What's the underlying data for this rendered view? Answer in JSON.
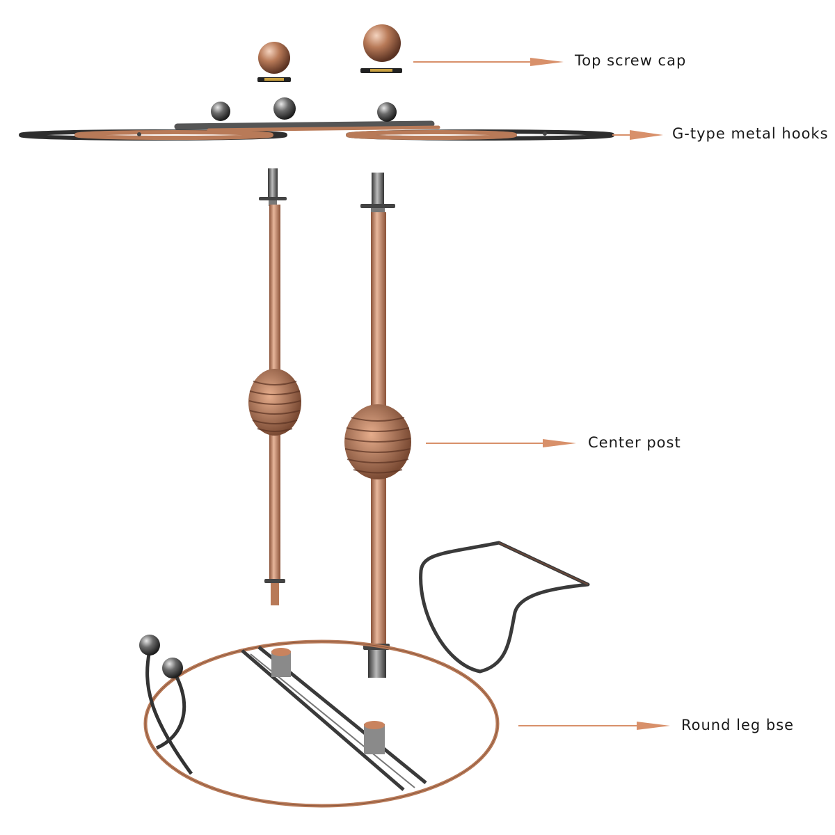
{
  "labels": {
    "top_screw_cap": "Top screw cap",
    "g_type_metal_hooks": "G-type metal hooks",
    "center_post": "Center post",
    "round_leg_base": "Round leg bse"
  },
  "colors": {
    "copper": "#b87a58",
    "copper_dark": "#7a4a33",
    "gunmetal": "#3a3a3a",
    "arrow": "#d8906a"
  }
}
